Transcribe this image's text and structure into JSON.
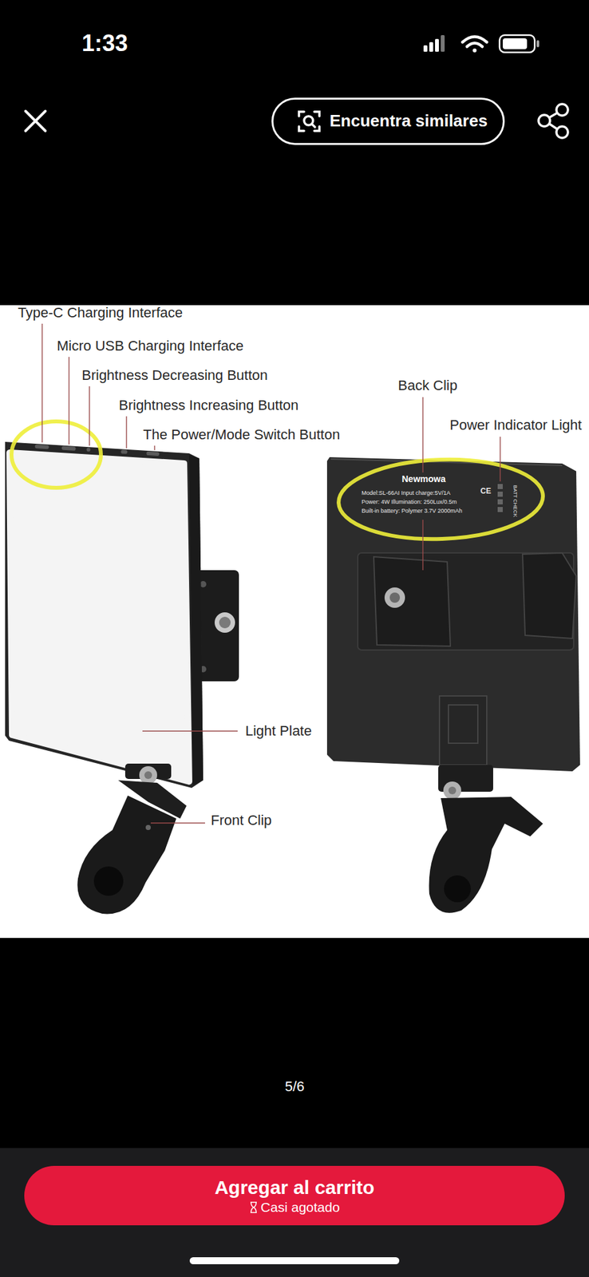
{
  "diagram": {
    "nodes": [
      {
        "text": [
          "Encuentra similares"
        ]
      },
      {
        "text": [
          "Agregar al carrito",
          "Casi agotado"
        ]
      }
    ],
    "labels": [
      "1:33",
      "Type-C Charging Interface",
      "Micro USB Charging Interface",
      "Brightness Decreasing Button",
      "Brightness Increasing Button",
      "The Power/Mode Switch Button",
      "Back Clip",
      "Power Indicator Light",
      "Newmowa",
      "Model:SL-66AI Input charge:5V/1A",
      "Power: 4W Illumination: 250Lux/0.5m",
      "Built-in battery: Polymer 3.7V 2000mAh",
      "CE",
      "BATT CHECK",
      "Light Plate",
      "Front Clip",
      "5/6"
    ]
  }
}
